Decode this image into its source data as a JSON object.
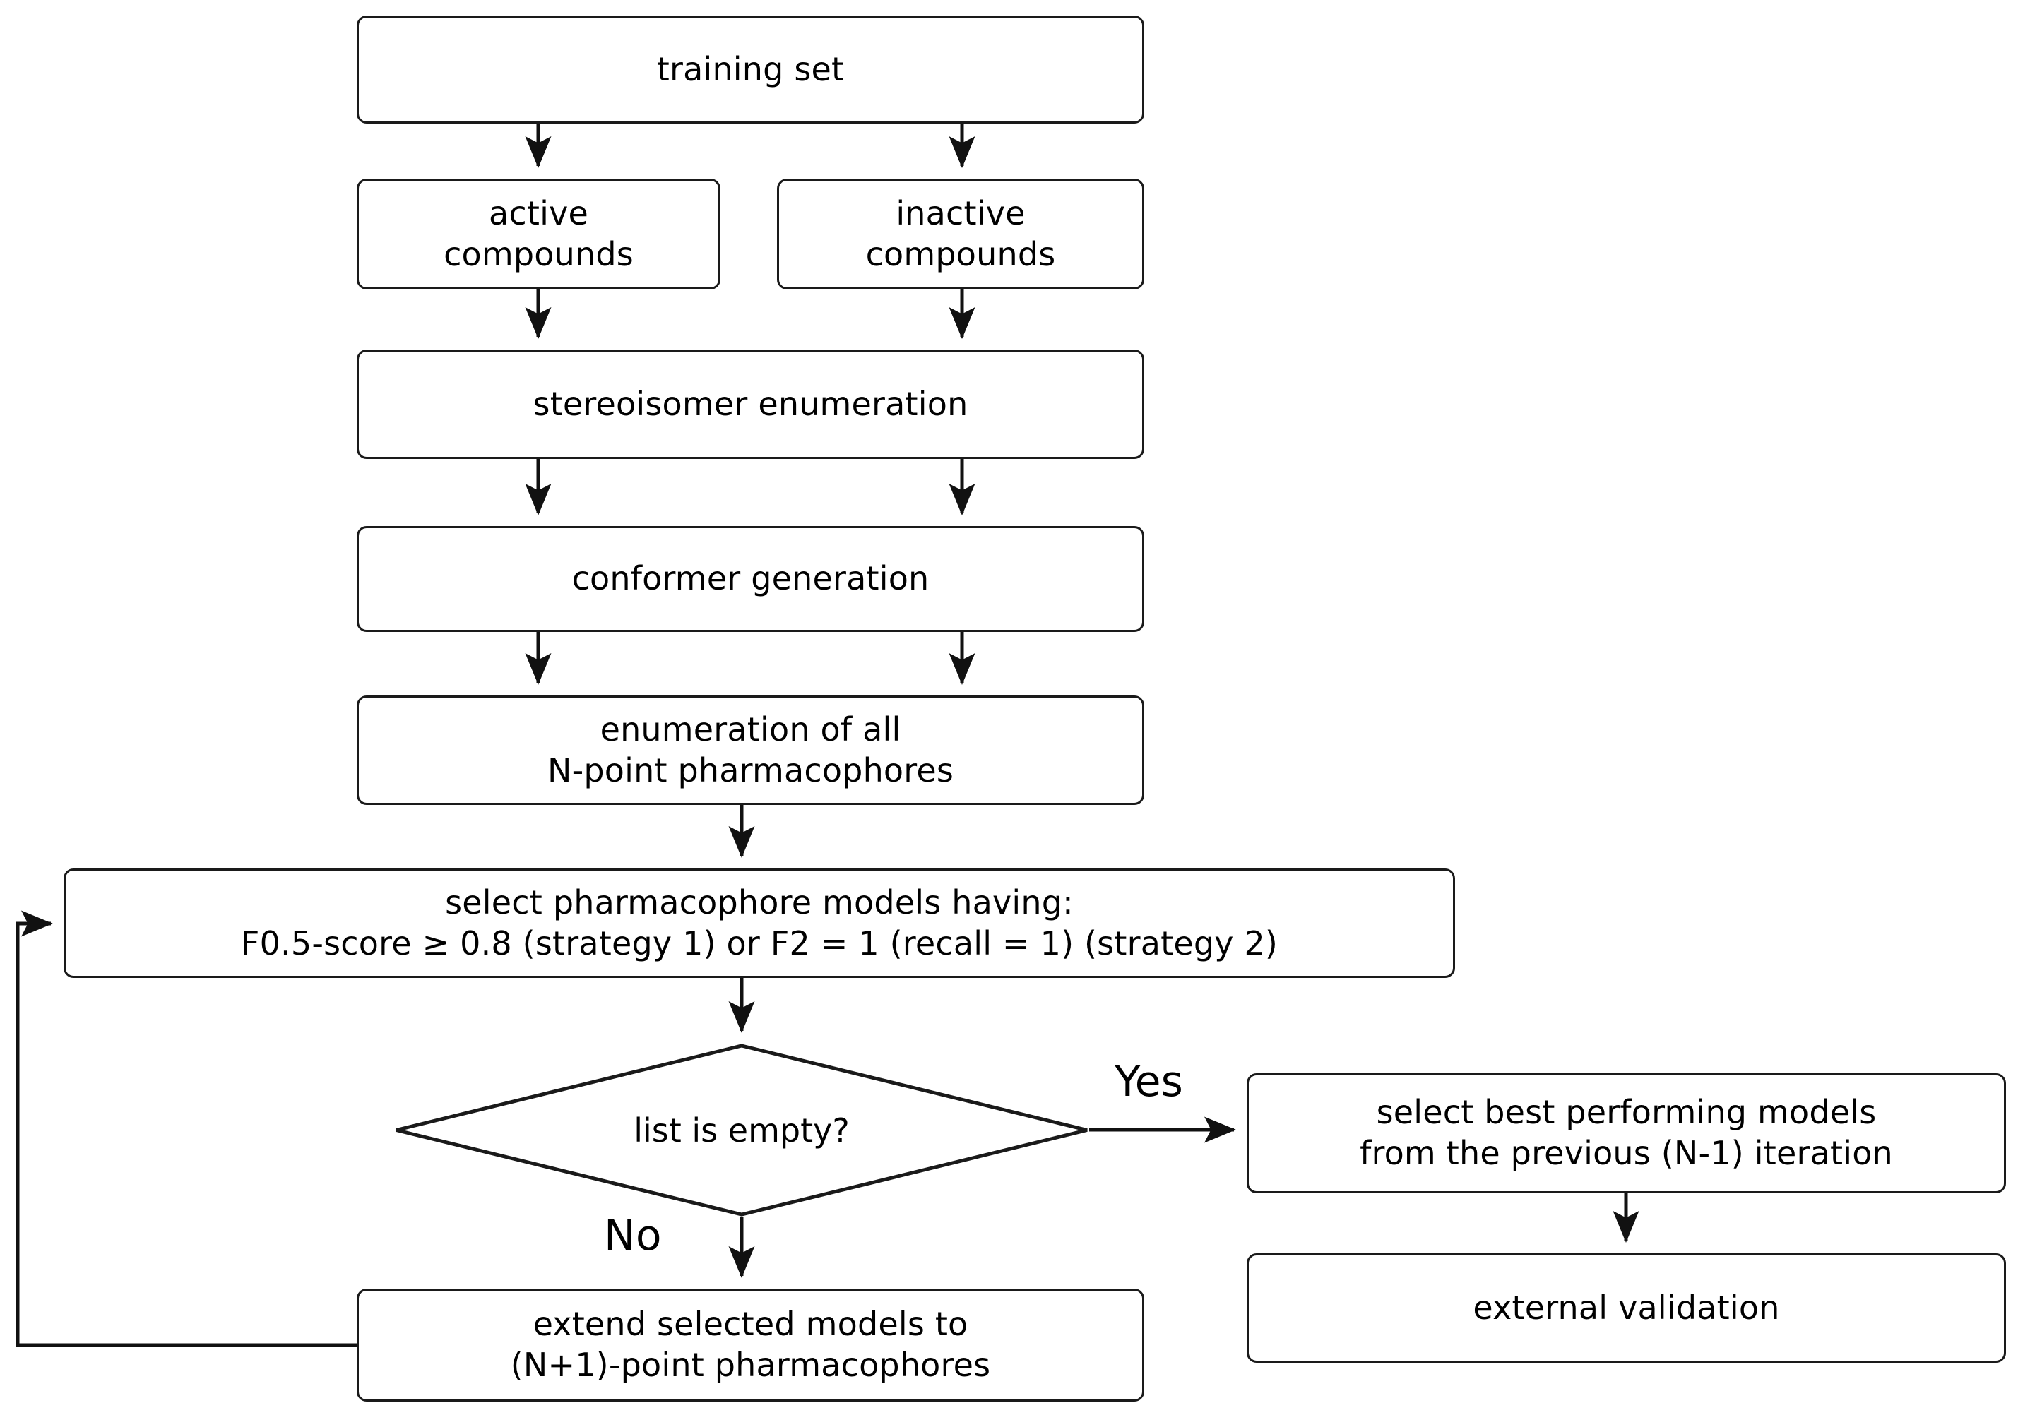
{
  "diagram": {
    "title": "pharmacophore model generation workflow",
    "colors": {
      "stroke": "#1a1a1a",
      "fill": "#ffffff",
      "text": "#000000"
    },
    "nodes": {
      "training_set": "training set",
      "active_compounds": "active\ncompounds",
      "inactive_compounds": "inactive\ncompounds",
      "stereoisomer_enumeration": "stereoisomer enumeration",
      "conformer_generation": "conformer generation",
      "enumeration_pharmacophores": "enumeration of all\nN-point pharmacophores",
      "select_models": "select pharmacophore models having:\nF0.5-score ≥ 0.8 (strategy 1) or F2 = 1 (recall = 1) (strategy 2)",
      "list_is_empty": "list is empty?",
      "extend_models": "extend selected models to\n(N+1)-point pharmacophores",
      "select_best_models": "select best performing models\nfrom the previous (N-1) iteration",
      "external_validation": "external validation"
    },
    "edge_labels": {
      "yes": "Yes",
      "no": "No"
    }
  }
}
